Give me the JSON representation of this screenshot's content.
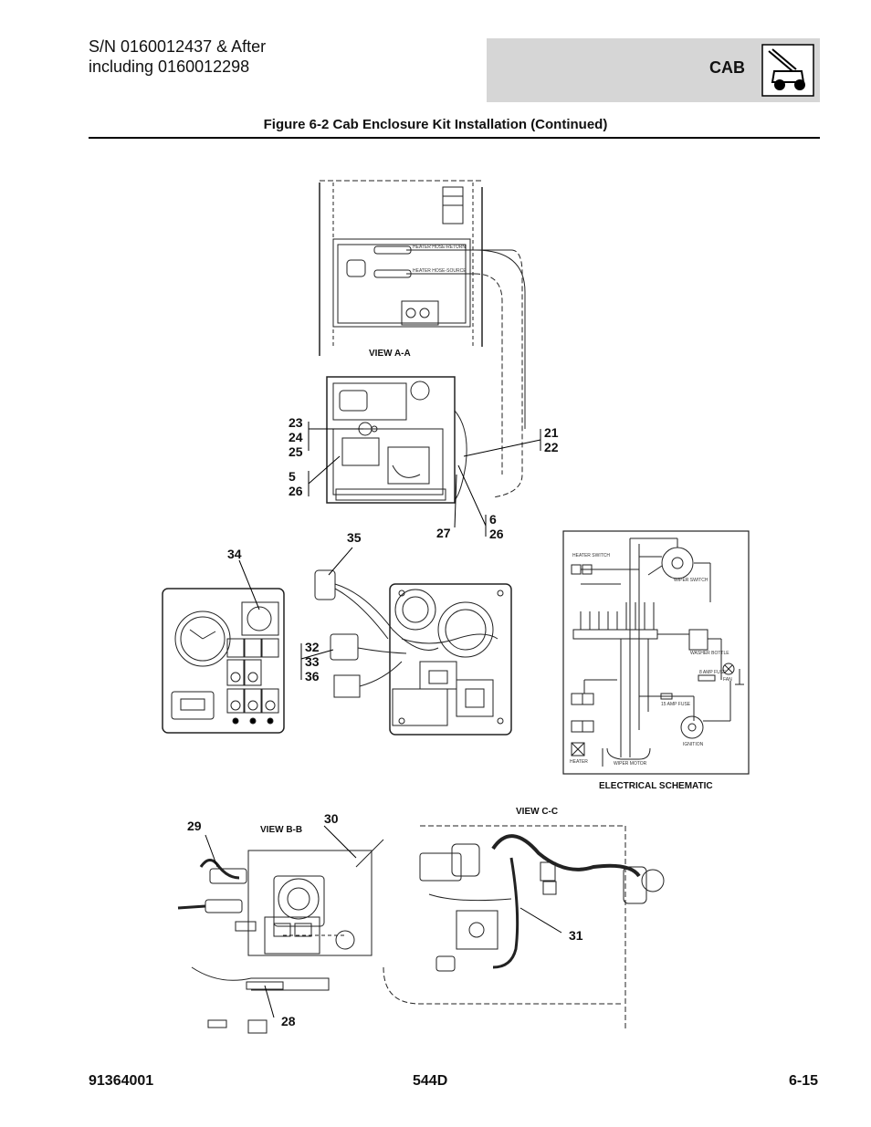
{
  "header": {
    "serial_line1": "S/N 0160012437 & After",
    "serial_line2": "including 0160012298",
    "section": "CAB",
    "section_icon": "telehandler-icon"
  },
  "figure": {
    "title": "Figure 6-2 Cab Enclosure Kit Installation (Continued)"
  },
  "views": {
    "view_aa": "VIEW A-A",
    "view_bb": "VIEW B-B",
    "view_cc": "VIEW C-C",
    "schematic": "ELECTRICAL SCHEMATIC"
  },
  "labels": {
    "hose_return": "HEATER HOSE-RETURN",
    "hose_source": "HEATER HOSE-SOURCE",
    "heater_switch": "HEATER SWITCH",
    "wiper_switch": "WIPER SWITCH",
    "washer_bottle": "WASHER BOTTLE",
    "fan": "FAN",
    "fuse_8amp": "8 AMP FUSE",
    "fuse_15amp": "15 AMP FUSE",
    "ignition": "IGNITION",
    "heater": "HEATER",
    "wiper_motor": "WIPER MOTOR"
  },
  "callouts": {
    "c23_25": "23\n24\n25",
    "c5_26": "5\n26",
    "c21_22": "21\n22",
    "c6_26": "6\n26",
    "c27": "27",
    "c34": "34",
    "c35": "35",
    "c32_36": "32\n33\n36",
    "c29": "29",
    "c30": "30",
    "c31": "31",
    "c28": "28"
  },
  "footer": {
    "doc_number": "91364001",
    "model": "544D",
    "page": "6-15"
  }
}
